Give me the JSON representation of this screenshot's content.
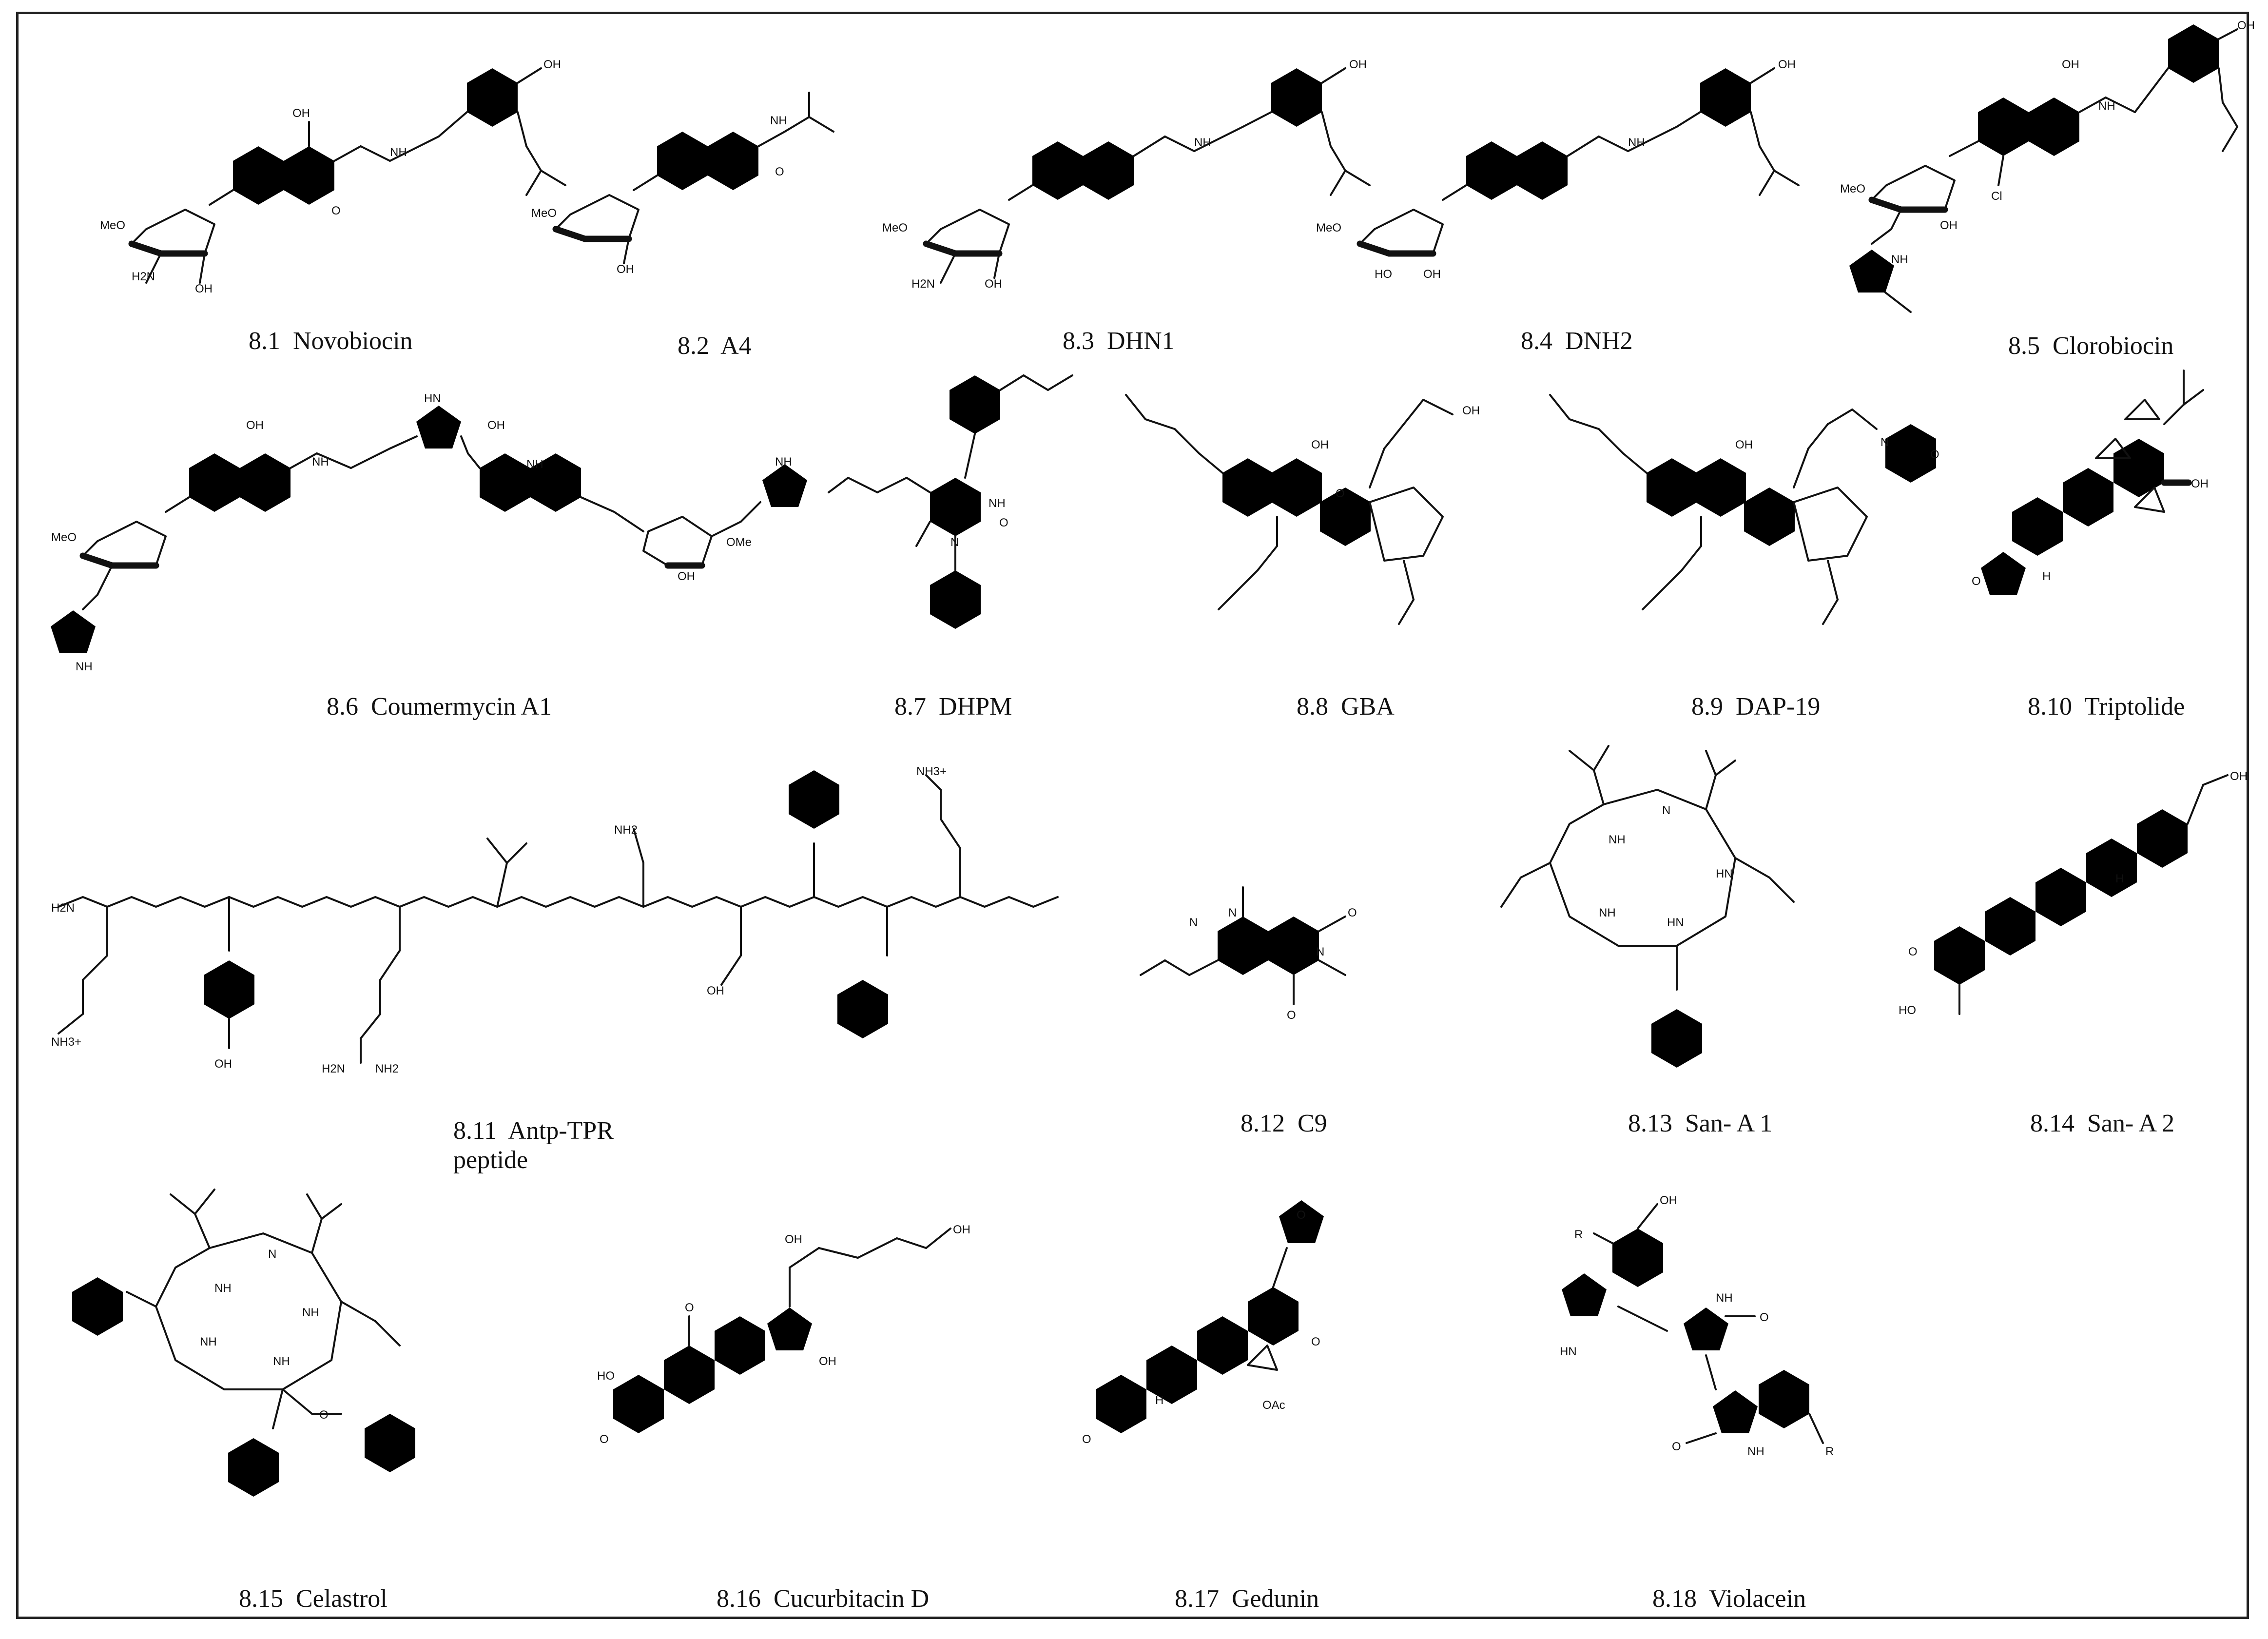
{
  "figure": {
    "structures": [
      {
        "id": "8.1",
        "name": "Novobiocin"
      },
      {
        "id": "8.2",
        "name": "A4"
      },
      {
        "id": "8.3",
        "name": "DHN1"
      },
      {
        "id": "8.4",
        "name": "DNH2"
      },
      {
        "id": "8.5",
        "name": "Clorobiocin"
      },
      {
        "id": "8.6",
        "name": "Coumermycin A1"
      },
      {
        "id": "8.7",
        "name": "DHPM"
      },
      {
        "id": "8.8",
        "name": "GBA"
      },
      {
        "id": "8.9",
        "name": "DAP-19"
      },
      {
        "id": "8.10",
        "name": "Triptolide"
      },
      {
        "id": "8.11",
        "name": "Antp-TPR",
        "name2": "peptide"
      },
      {
        "id": "8.12",
        "name": "C9"
      },
      {
        "id": "8.13",
        "name": "San- A 1"
      },
      {
        "id": "8.14",
        "name": "San- A 2"
      },
      {
        "id": "8.15",
        "name": "Celastrol"
      },
      {
        "id": "8.16",
        "name": "Cucurbitacin D"
      },
      {
        "id": "8.17",
        "name": "Gedunin"
      },
      {
        "id": "8.18",
        "name": "Violacein"
      }
    ]
  },
  "atom_labels": {
    "oh": "OH",
    "o": "O",
    "nh": "NH",
    "hn": "HN",
    "n": "N",
    "h": "H",
    "n_plus": "N",
    "n3_plus": "NH3+",
    "ome": "MeO",
    "ome_r": "OMe",
    "nh2": "NH2",
    "h2n": "H2N",
    "cl": "Cl",
    "oac": "OAc",
    "r": "R",
    "ho": "HO"
  }
}
